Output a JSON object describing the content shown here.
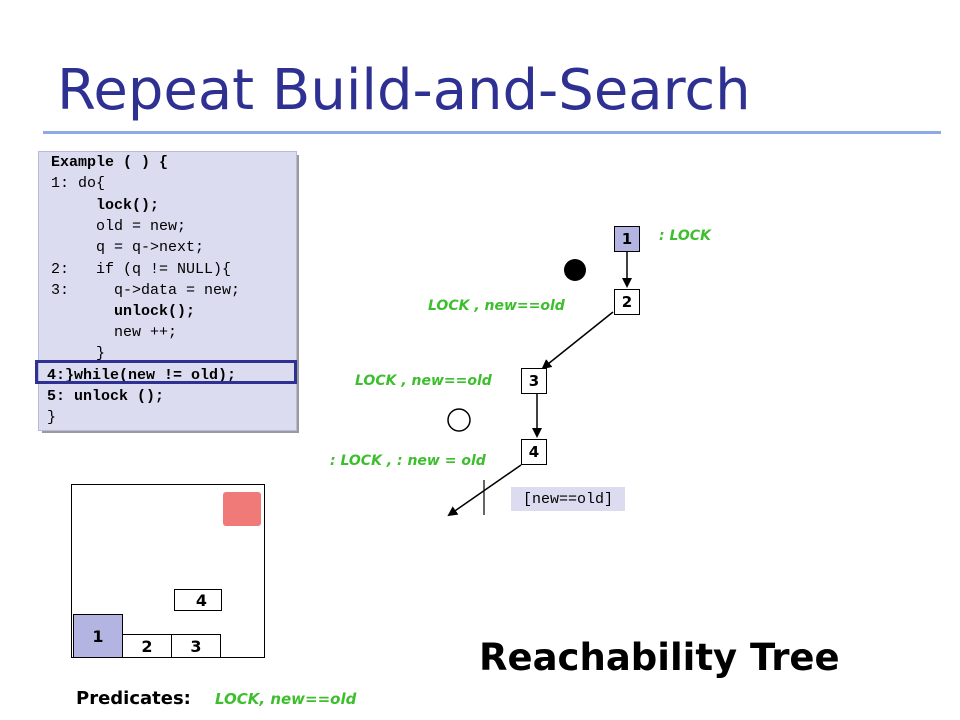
{
  "slide": {
    "title": "Repeat Build-and-Search"
  },
  "code": {
    "lines": [
      {
        "text": "Example ( ) {",
        "bold": true
      },
      {
        "text": "1: do{",
        "bold": false
      },
      {
        "text": "     lock();",
        "bold": true
      },
      {
        "text": "     old = new;",
        "bold": false
      },
      {
        "text": "     q = q->next;",
        "bold": false
      },
      {
        "text": "2:   if (q != NULL){",
        "bold": false
      },
      {
        "text": "3:     q->data = new;",
        "bold": false
      },
      {
        "text": "       unlock();",
        "bold": true
      },
      {
        "text": "       new ++;",
        "bold": false
      },
      {
        "text": "     }",
        "bold": false
      },
      {
        "text": "4:}while(new != old);",
        "bold": true
      },
      {
        "text": "5: unlock ();",
        "bold": true
      },
      {
        "text": "}",
        "bold": false
      }
    ],
    "highlighted_line": "4:}while(new != old);"
  },
  "tree": {
    "nodes": [
      {
        "id": "1",
        "label": "1",
        "filled": true
      },
      {
        "id": "2",
        "label": "2",
        "filled": false
      },
      {
        "id": "3",
        "label": "3",
        "filled": false
      },
      {
        "id": "4",
        "label": "4",
        "filled": false
      }
    ],
    "labels": {
      "node1": ": LOCK",
      "node2": "LOCK , new==old",
      "node3": "LOCK , new==old",
      "node4": ": LOCK , : new = old"
    },
    "badge": "[new==old]"
  },
  "mini_graph": {
    "nodes": [
      "1",
      "2",
      "3",
      "4"
    ]
  },
  "reachability_title": "Reachability Tree",
  "predicates": {
    "caption": "Predicates:",
    "values": "LOCK, new==old"
  },
  "colors": {
    "title": "#2e3192",
    "predicate_green": "#3dbf2d",
    "node_fill": "#b4b4e2",
    "code_bg": "#dcdcf0",
    "error_red": "#ef7a78"
  }
}
